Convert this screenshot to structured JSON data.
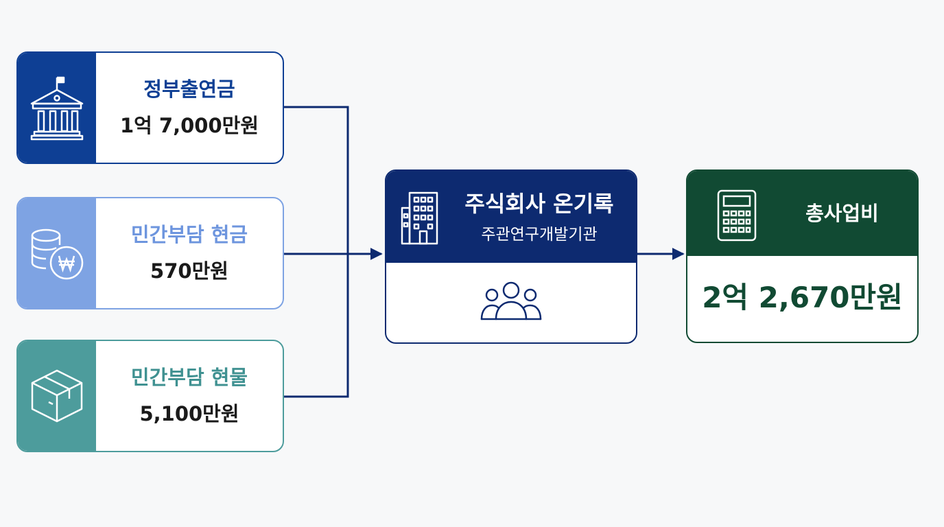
{
  "sources": [
    {
      "id": "gov",
      "title": "정부출연금",
      "amount": "1억 7,000만원",
      "icon": "government-building-icon",
      "color": "#0e3f94"
    },
    {
      "id": "cash",
      "title": "민간부담 현금",
      "amount": "570만원",
      "icon": "coins-won-icon",
      "color": "#7ea3e3"
    },
    {
      "id": "inkind",
      "title": "민간부담 현물",
      "amount": "5,100만원",
      "icon": "box-icon",
      "color": "#4d9c9c"
    }
  ],
  "organization": {
    "name": "주식회사 온기록",
    "role": "주관연구개발기관",
    "icons": [
      "office-building-icon",
      "people-group-icon"
    ],
    "color": "#0d2a70"
  },
  "total": {
    "title": "총사업비",
    "amount": "2억 2,670만원",
    "icon": "calculator-icon",
    "color": "#114a33"
  }
}
